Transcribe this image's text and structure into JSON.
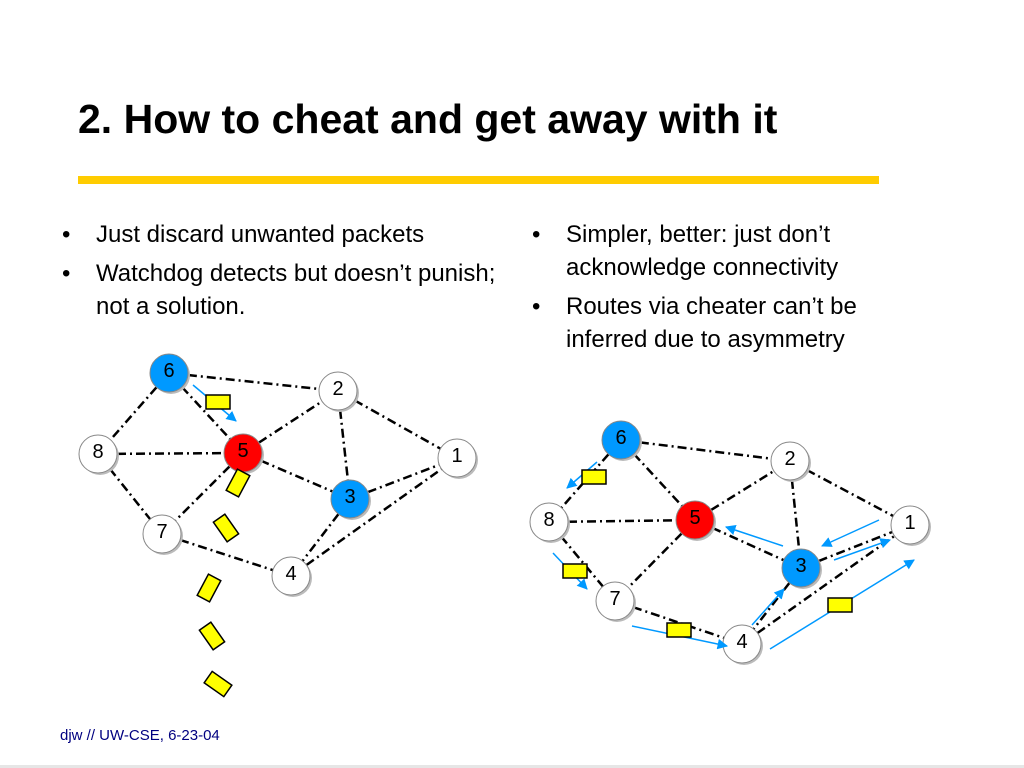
{
  "slide": {
    "title": "2. How to cheat and get away with it",
    "bullet_glyph": "•",
    "left_bullets": [
      "Just discard unwanted packets",
      "Watchdog detects but doesn’t punish; not a solution."
    ],
    "right_bullets": [
      "Simpler, better: just don’t acknowledge connectivity",
      "Routes via cheater can’t be inferred due to asymmetry"
    ],
    "footer": "djw // UW-CSE, 6-23-04"
  },
  "colors": {
    "accent_rule": "#ffcc00",
    "cheater_node": "#ff0000",
    "highlight_node": "#0099ff",
    "normal_node": "#ffffff",
    "packet": "#ffff00",
    "arrow": "#0099ff"
  },
  "diagram_left": {
    "nodes": [
      {
        "id": "6",
        "label": "6",
        "role": "highlight"
      },
      {
        "id": "2",
        "label": "2",
        "role": "normal"
      },
      {
        "id": "8",
        "label": "8",
        "role": "normal"
      },
      {
        "id": "5",
        "label": "5",
        "role": "cheater"
      },
      {
        "id": "1",
        "label": "1",
        "role": "normal"
      },
      {
        "id": "3",
        "label": "3",
        "role": "highlight"
      },
      {
        "id": "7",
        "label": "7",
        "role": "normal"
      },
      {
        "id": "4",
        "label": "4",
        "role": "normal"
      }
    ],
    "links": [
      [
        "6",
        "2"
      ],
      [
        "6",
        "8"
      ],
      [
        "6",
        "5"
      ],
      [
        "8",
        "5"
      ],
      [
        "8",
        "7"
      ],
      [
        "5",
        "2"
      ],
      [
        "5",
        "3"
      ],
      [
        "5",
        "7"
      ],
      [
        "2",
        "1"
      ],
      [
        "2",
        "3"
      ],
      [
        "3",
        "1"
      ],
      [
        "3",
        "4"
      ],
      [
        "7",
        "4"
      ],
      [
        "4",
        "1"
      ]
    ],
    "packets": 6
  },
  "diagram_right": {
    "nodes": [
      {
        "id": "6",
        "label": "6",
        "role": "highlight"
      },
      {
        "id": "2",
        "label": "2",
        "role": "normal"
      },
      {
        "id": "8",
        "label": "8",
        "role": "normal"
      },
      {
        "id": "5",
        "label": "5",
        "role": "cheater"
      },
      {
        "id": "1",
        "label": "1",
        "role": "normal"
      },
      {
        "id": "3",
        "label": "3",
        "role": "highlight"
      },
      {
        "id": "7",
        "label": "7",
        "role": "normal"
      },
      {
        "id": "4",
        "label": "4",
        "role": "normal"
      }
    ],
    "links": [
      [
        "6",
        "2"
      ],
      [
        "6",
        "8"
      ],
      [
        "6",
        "5"
      ],
      [
        "8",
        "5"
      ],
      [
        "8",
        "7"
      ],
      [
        "5",
        "2"
      ],
      [
        "5",
        "3"
      ],
      [
        "5",
        "7"
      ],
      [
        "2",
        "1"
      ],
      [
        "2",
        "3"
      ],
      [
        "3",
        "1"
      ],
      [
        "3",
        "4"
      ],
      [
        "7",
        "4"
      ],
      [
        "4",
        "1"
      ]
    ],
    "packets": 4
  }
}
